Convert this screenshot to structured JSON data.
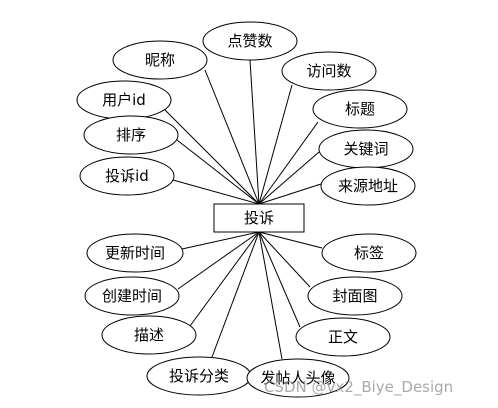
{
  "entity": {
    "label": "投诉"
  },
  "attributes": [
    {
      "id": "nickname",
      "label": "昵称"
    },
    {
      "id": "likes",
      "label": "点赞数"
    },
    {
      "id": "visits",
      "label": "访问数"
    },
    {
      "id": "user-id",
      "label": "用户id"
    },
    {
      "id": "title",
      "label": "标题"
    },
    {
      "id": "sort",
      "label": "排序"
    },
    {
      "id": "keywords",
      "label": "关键词"
    },
    {
      "id": "complaint-id",
      "label": "投诉id"
    },
    {
      "id": "source-url",
      "label": "来源地址"
    },
    {
      "id": "update-time",
      "label": "更新时间"
    },
    {
      "id": "tags",
      "label": "标签"
    },
    {
      "id": "create-time",
      "label": "创建时间"
    },
    {
      "id": "cover-image",
      "label": "封面图"
    },
    {
      "id": "description",
      "label": "描述"
    },
    {
      "id": "body-text",
      "label": "正文"
    },
    {
      "id": "complaint-category",
      "label": "投诉分类"
    },
    {
      "id": "poster-avatar",
      "label": "发帖人头像"
    }
  ],
  "watermark": "CSDN @vx2_Biye_Design"
}
